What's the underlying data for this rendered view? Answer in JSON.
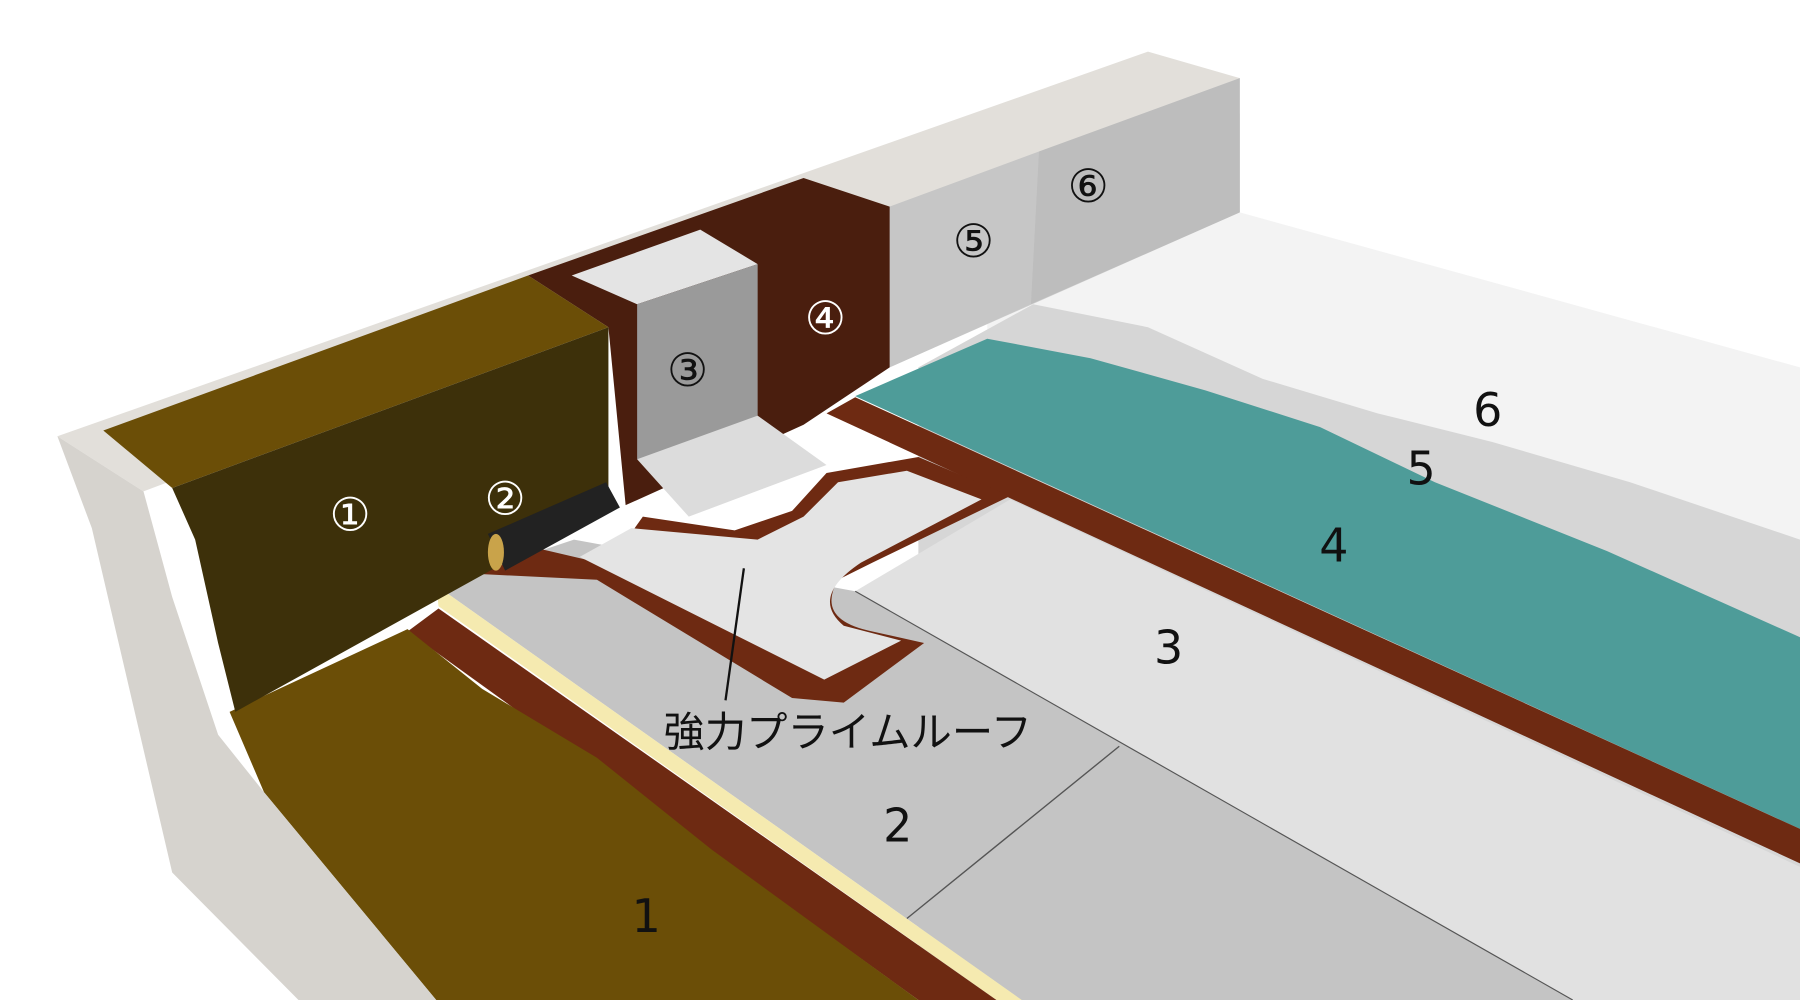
{
  "diagram": {
    "wall_labels": [
      "①",
      "②",
      "③",
      "④",
      "⑤",
      "⑥"
    ],
    "floor_labels": [
      "1",
      "2",
      "3",
      "4",
      "5",
      "6"
    ],
    "callout": "強力プライムルーフ"
  },
  "colors": {
    "concrete": "#dcd9d4",
    "olive_floor": "#6b4e07",
    "olive_wall": "#3d300a",
    "primer_brown": "#6e2a12",
    "dark_brown_wall": "#4a1e0e",
    "insulation_cream": "#f5eab0",
    "layer2_grey": "#c4c4c4",
    "layer3_light": "#e1e1e1",
    "layer4_teal": "#4e9c99",
    "layer5_grey": "#d6d6d6",
    "layer6_white": "#f3f3f3",
    "rod_black": "#222222"
  }
}
